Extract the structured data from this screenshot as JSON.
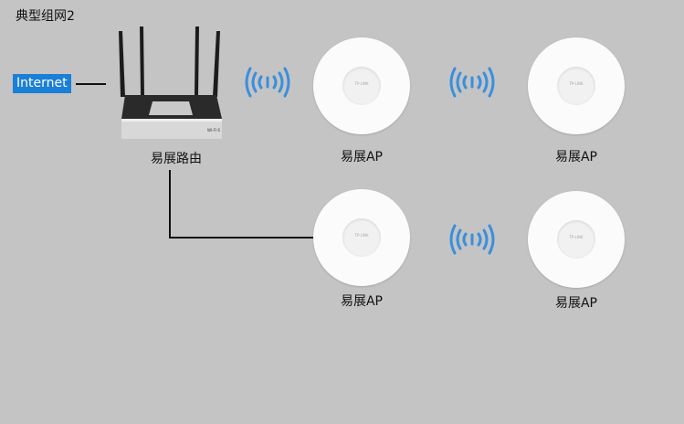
{
  "title": "典型组网2",
  "internet_label": "Internet",
  "router": {
    "label": "易展路由"
  },
  "aps": [
    {
      "label": "易展AP",
      "logo": "TP-LINK"
    },
    {
      "label": "易展AP",
      "logo": "TP-LINK"
    },
    {
      "label": "易展AP",
      "logo": "TP-LINK"
    },
    {
      "label": "易展AP",
      "logo": "TP-LINK"
    }
  ],
  "colors": {
    "internet_bg": "#1a7fd6",
    "wifi": "#3a8fdc",
    "background": "#c4c4c4"
  }
}
